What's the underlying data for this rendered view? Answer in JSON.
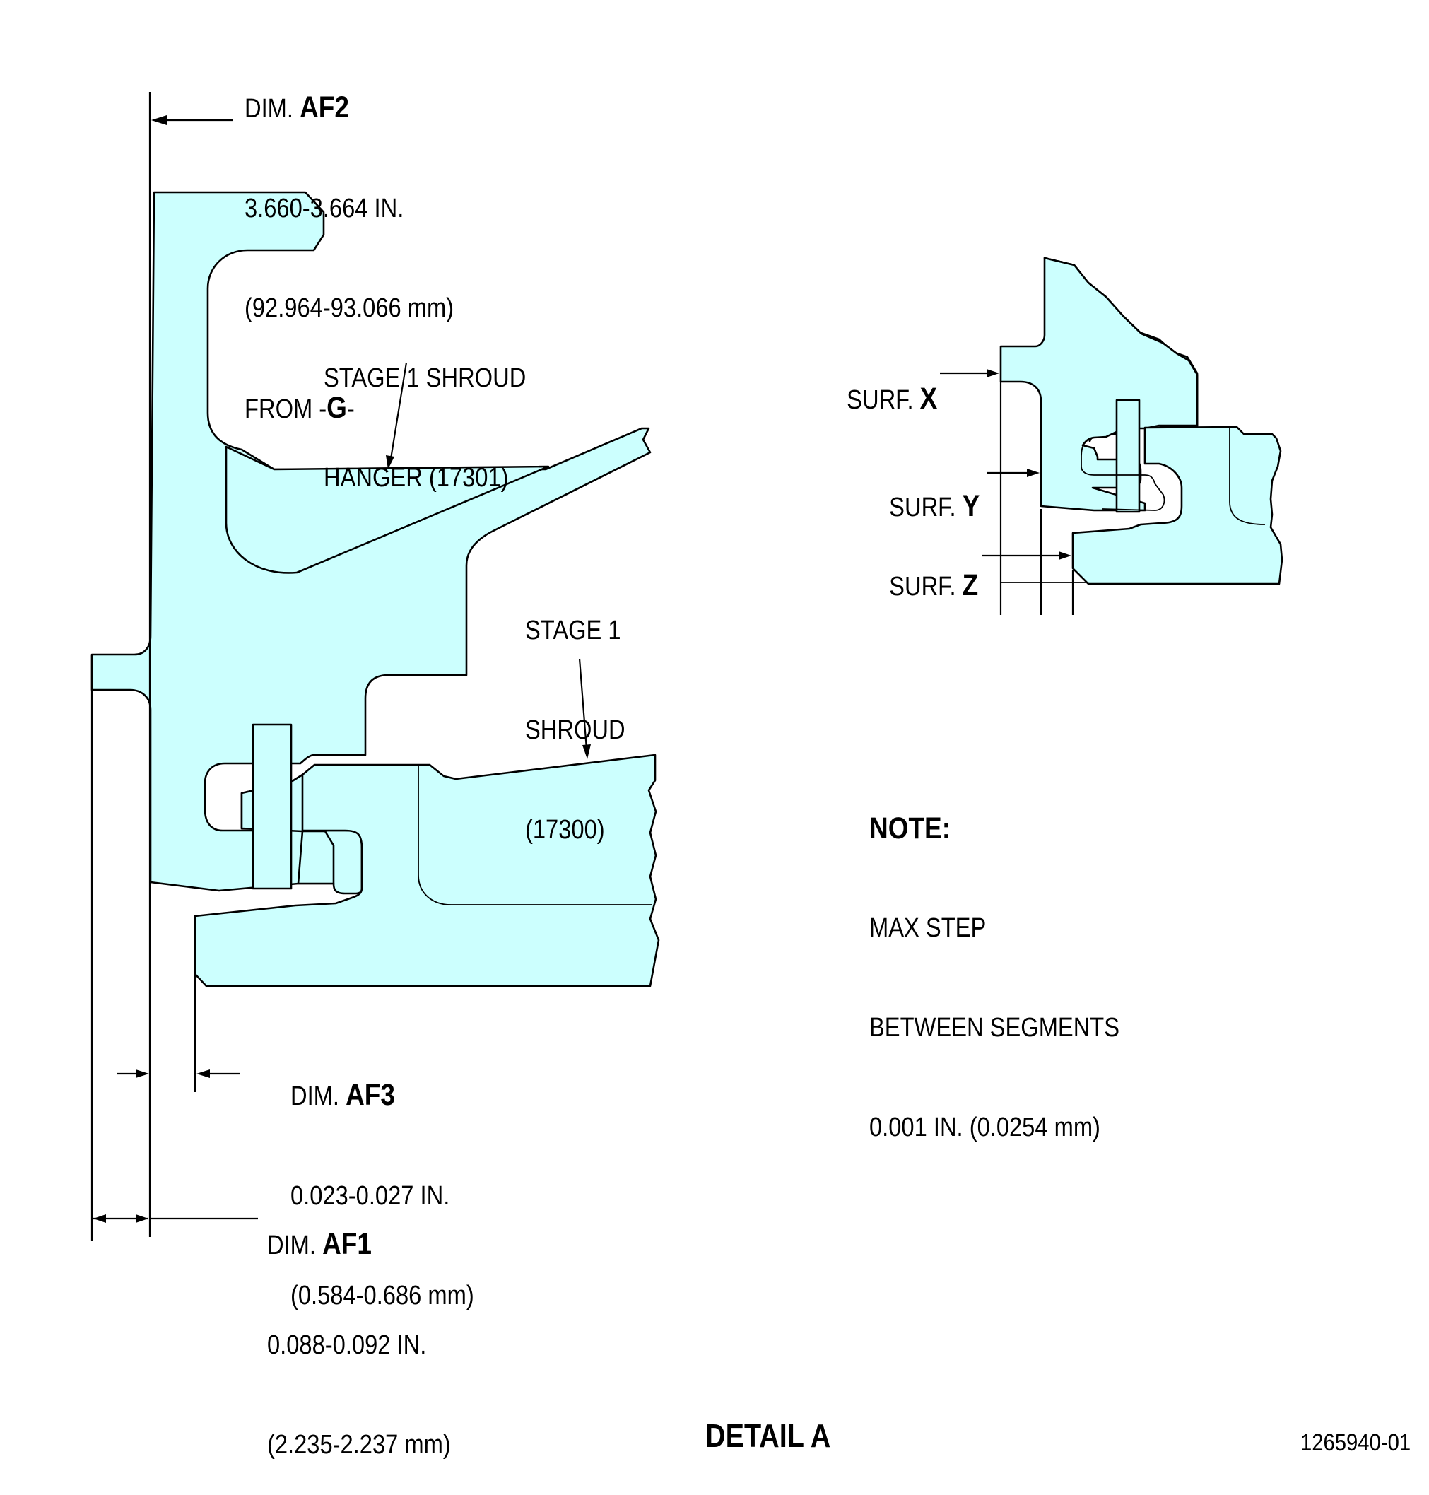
{
  "colors": {
    "part_fill": "#ccfffe",
    "line": "#000000",
    "background": "#ffffff"
  },
  "dim_af2": {
    "prefix": "DIM. ",
    "code": "AF2",
    "inches": "3.660-3.664 IN.",
    "mm": "(92.964-93.066 mm)",
    "from_prefix": "FROM -",
    "datum": "G",
    "from_suffix": "-"
  },
  "hanger_label": {
    "line1": "STAGE 1 SHROUD",
    "line2": "HANGER (17301)"
  },
  "shroud_label": {
    "line1": "STAGE 1",
    "line2": "SHROUD",
    "line3": "(17300)"
  },
  "dim_af3": {
    "prefix": "DIM. ",
    "code": "AF3",
    "inches": "0.023-0.027 IN.",
    "mm": "(0.584-0.686 mm)"
  },
  "dim_af1": {
    "prefix": "DIM. ",
    "code": "AF1",
    "inches": "0.088-0.092 IN.",
    "mm": "(2.235-2.237 mm)"
  },
  "surfaces": [
    {
      "prefix": "SURF. ",
      "code": "X"
    },
    {
      "prefix": "SURF. ",
      "code": "Y"
    },
    {
      "prefix": "SURF. ",
      "code": "Z"
    }
  ],
  "note": {
    "heading": "NOTE:",
    "line1": "MAX STEP",
    "line2": "BETWEEN SEGMENTS",
    "line3": "0.001 IN. (0.0254 mm)"
  },
  "title": "DETAIL A",
  "drawing_number": "1265940-01"
}
